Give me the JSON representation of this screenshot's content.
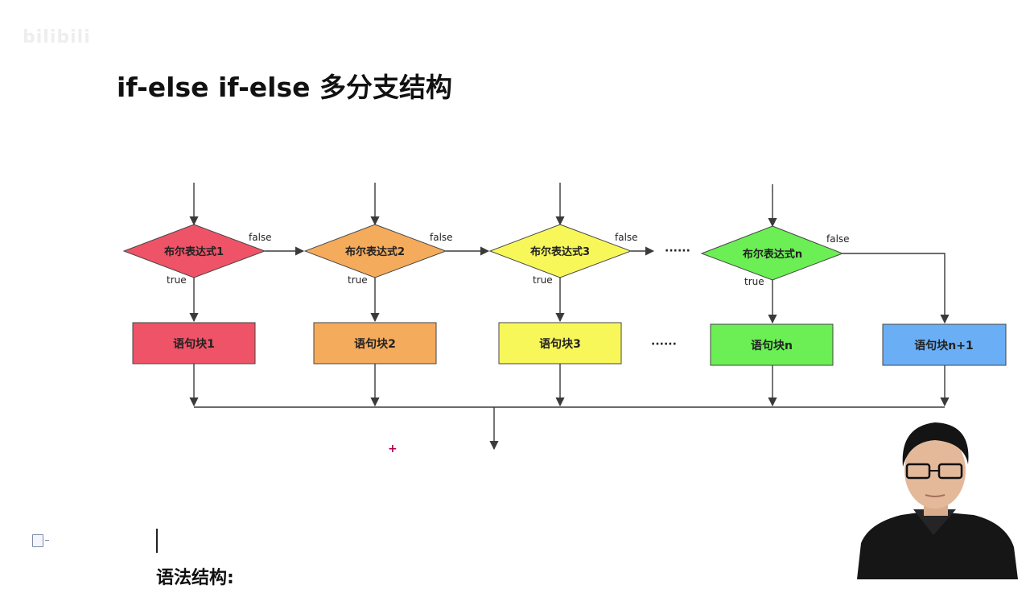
{
  "watermark": "bilibili",
  "title": "if-else if-else 多分支结构",
  "flow": {
    "conditions": [
      {
        "label": "布尔表达式1",
        "color": "#ef5367",
        "false_label": "false",
        "true_label": "true"
      },
      {
        "label": "布尔表达式2",
        "color": "#f5ab5c",
        "false_label": "false",
        "true_label": "true"
      },
      {
        "label": "布尔表达式3",
        "color": "#f8f75a",
        "false_label": "false",
        "true_label": "true"
      },
      {
        "label": "布尔表达式n",
        "color": "#6cee55",
        "false_label": "false",
        "true_label": "true"
      }
    ],
    "blocks": [
      {
        "label": "语句块1",
        "color": "#ef5367"
      },
      {
        "label": "语句块2",
        "color": "#f5ab5c"
      },
      {
        "label": "语句块3",
        "color": "#f8f75a"
      },
      {
        "label": "语句块n",
        "color": "#6cee55"
      },
      {
        "label": "语句块n+1",
        "color": "#6aaef5"
      }
    ],
    "ellipsis": "······",
    "line_color": "#3a3a3a"
  },
  "section_heading": "语法结构:"
}
